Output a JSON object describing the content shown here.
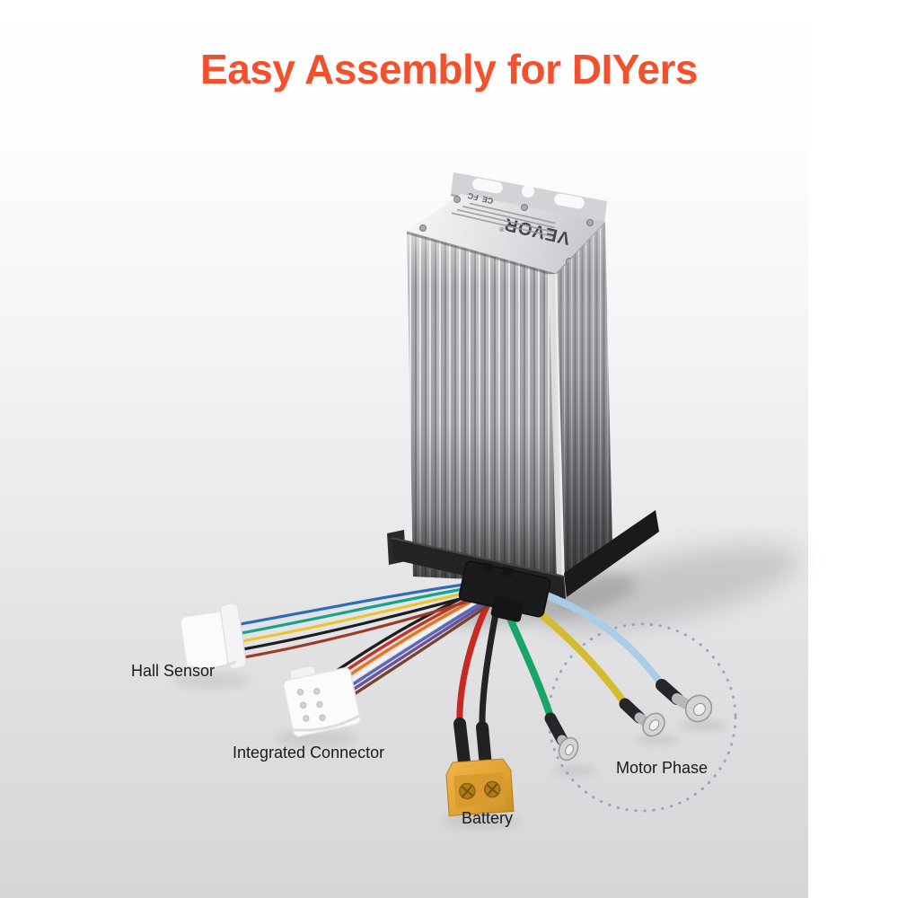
{
  "title": {
    "text": "Easy Assembly for DIYers",
    "color": "#f1512d"
  },
  "device": {
    "brand": "VEVOR",
    "reg_mark": "®",
    "cert_ce": "CE",
    "cert_fc": "FC"
  },
  "callouts": {
    "hall_sensor": "Hall Sensor",
    "integrated_connector": "Integrated Connector",
    "battery": "Battery",
    "motor_phase": "Motor Phase"
  },
  "wires": {
    "hall": [
      "#2e6cb5",
      "#18a38c",
      "#e8c531",
      "#1d1d1f",
      "#9e3a28"
    ],
    "integrated": [
      "#1e1e20",
      "#c23527",
      "#e2761f",
      "#f3f3f3",
      "#5868b8",
      "#6e4f9a",
      "#74452c"
    ],
    "battery": [
      "#c62a20",
      "#232325"
    ],
    "motor_phase": [
      "#18a566",
      "#d3bd2c",
      "#a9cde6"
    ]
  },
  "highlight": {
    "color": "#8392b8"
  }
}
